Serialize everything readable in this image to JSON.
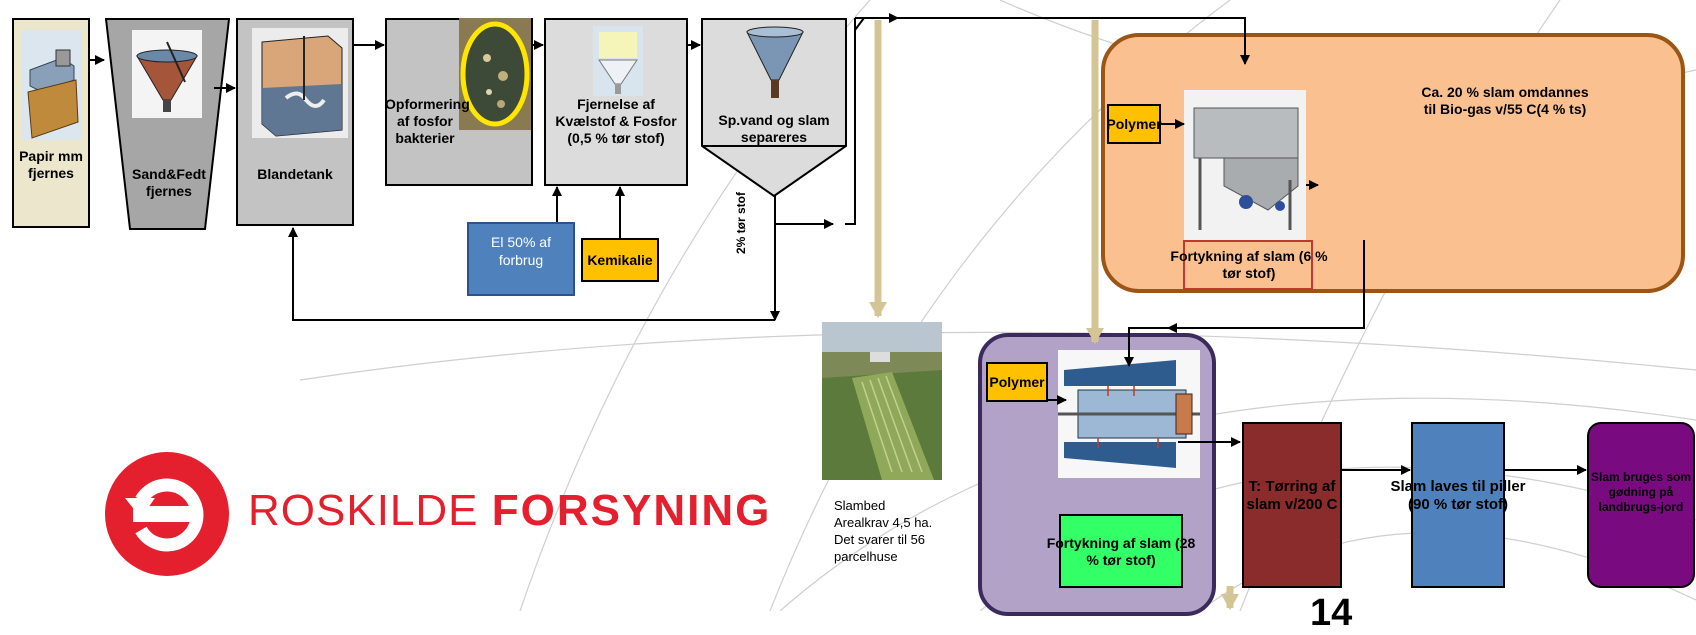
{
  "steps": {
    "papir": "Papir mm fjernes",
    "sand": "Sand&Fedt fjernes",
    "blandetank": "Blandetank",
    "opformering": "Opformering af fosfor bakterier",
    "fjernelse": "Fjernelse af Kvælstof & Fosfor (0,5 % tør stof)",
    "separering": "Sp.vand og slam separeres",
    "el": "El 50% af forbrug",
    "kemikalie": "Kemikalie",
    "toerstof_2": "2% tør stof"
  },
  "biogas": {
    "note": "Ca. 20 % slam omdannes til Bio-gas v/55 C(4 % ts)",
    "polymer": "Polymer",
    "fortykning": "Fortykning af slam (6 % tør stof)"
  },
  "slambed": "Slambed Arealkrav 4,5 ha. Det svarer til 56 parcelhuse",
  "centrifuge": {
    "polymer": "Polymer",
    "fortykning": "Fortykning af slam (28 % tør stof)"
  },
  "final": {
    "toerring": "T: Tørring af slam v/200 C",
    "piller": "Slam laves til piller (90 % tør stof)",
    "goedning": "Slam bruges som gødning på landbrugs-jord"
  },
  "logo": {
    "word1": "ROSKILDE",
    "word2": "FORSYNING"
  },
  "page_number": "14",
  "colors": {
    "logo_red": "#e5202e",
    "biogas_fill": "#fbc08f",
    "biogas_border": "#9b5515",
    "centrifuge_fill": "#b3a2c7",
    "centrifuge_border": "#3d2a5c",
    "polymer_yellow": "#ffc000",
    "el_blue": "#4f81bd",
    "fortykning_green": "#33ff66",
    "toerring_red": "#8b2c2c",
    "piller_blue": "#4f81bd",
    "goedning_purple": "#7a0a80",
    "sludge_arrow": "#d4c595"
  }
}
